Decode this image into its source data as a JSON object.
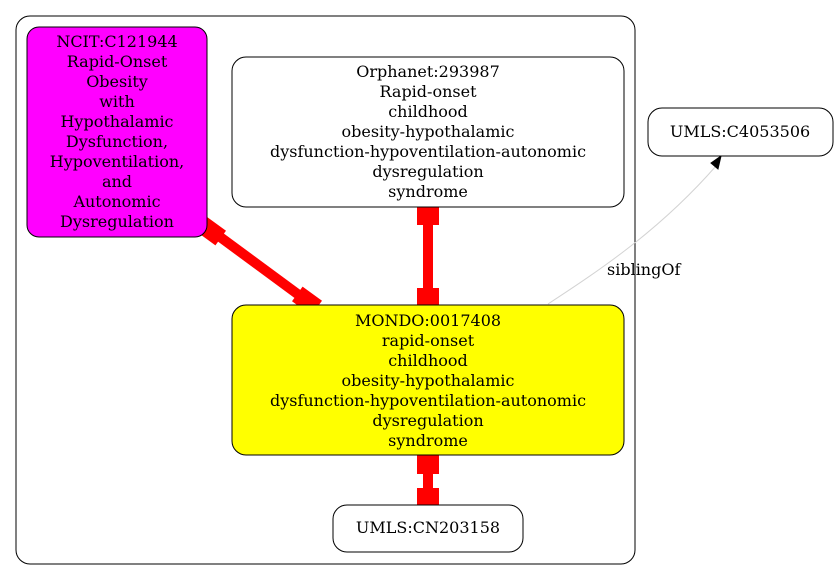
{
  "nodes": {
    "ncit": {
      "lines": [
        "NCIT:C121944",
        "Rapid-Onset",
        "Obesity",
        "with",
        "Hypothalamic",
        "Dysfunction,",
        "Hypoventilation,",
        "and",
        "Autonomic",
        "Dysregulation"
      ],
      "fill": "#ff00ff"
    },
    "orphanet": {
      "lines": [
        "Orphanet:293987",
        "Rapid-onset",
        "childhood",
        "obesity-hypothalamic",
        "dysfunction-hypoventilation-autonomic",
        "dysregulation",
        "syndrome"
      ],
      "fill": "#ffffff"
    },
    "umls_c4053506": {
      "lines": [
        "UMLS:C4053506"
      ],
      "fill": "#ffffff"
    },
    "mondo": {
      "lines": [
        "MONDO:0017408",
        "rapid-onset",
        "childhood",
        "obesity-hypothalamic",
        "dysfunction-hypoventilation-autonomic",
        "dysregulation",
        "syndrome"
      ],
      "fill": "#ffff00"
    },
    "umls_cn203158": {
      "lines": [
        "UMLS:CN203158"
      ],
      "fill": "#ffffff"
    }
  },
  "edges": {
    "sibling_label": "siblingOf",
    "equivalence_color": "#ff0000",
    "sibling_color": "#d3d3d3"
  }
}
